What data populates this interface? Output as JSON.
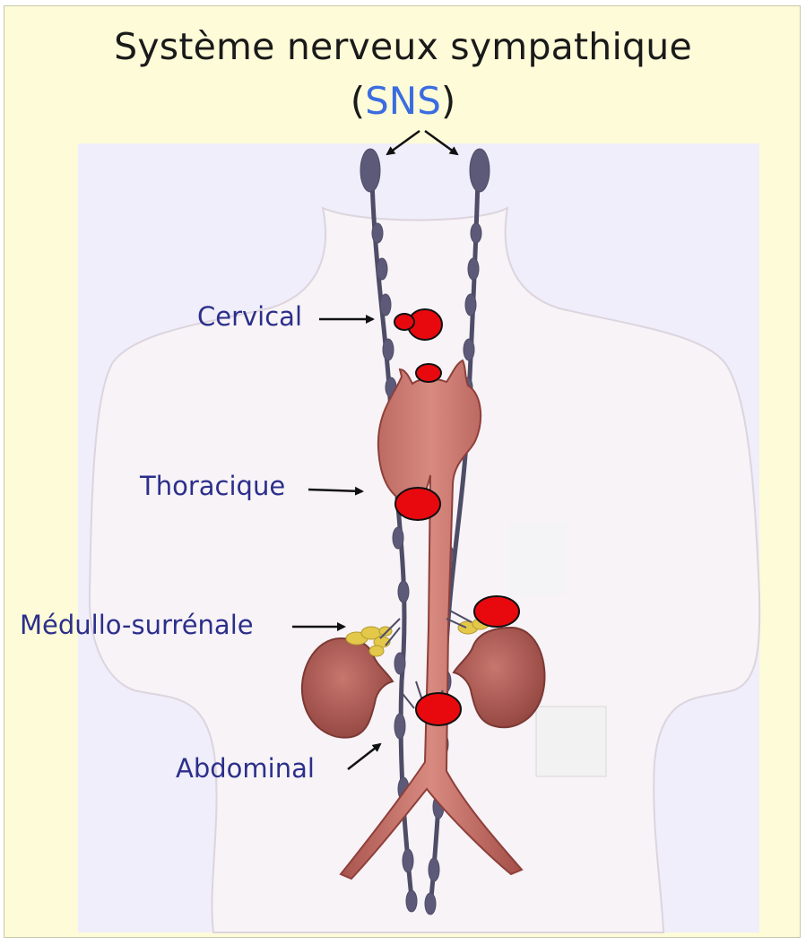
{
  "title": {
    "main": "Système nerveux sympathique",
    "open_paren": "(",
    "abbreviation": "SNS",
    "close_paren": ")"
  },
  "labels": {
    "cervical": "Cervical",
    "thoracique": "Thoracique",
    "medullo": "Médullo-surrénale",
    "abdominal": "Abdominal"
  },
  "colors": {
    "background": "#fdfbd8",
    "abbreviation": "#3b6de0",
    "label_text": "#2c2f8a",
    "ganglion_marker": "#e8090f",
    "aorta": "#c9736c",
    "kidney": "#b35e57",
    "sympathetic_chain": "#4e4c66"
  }
}
